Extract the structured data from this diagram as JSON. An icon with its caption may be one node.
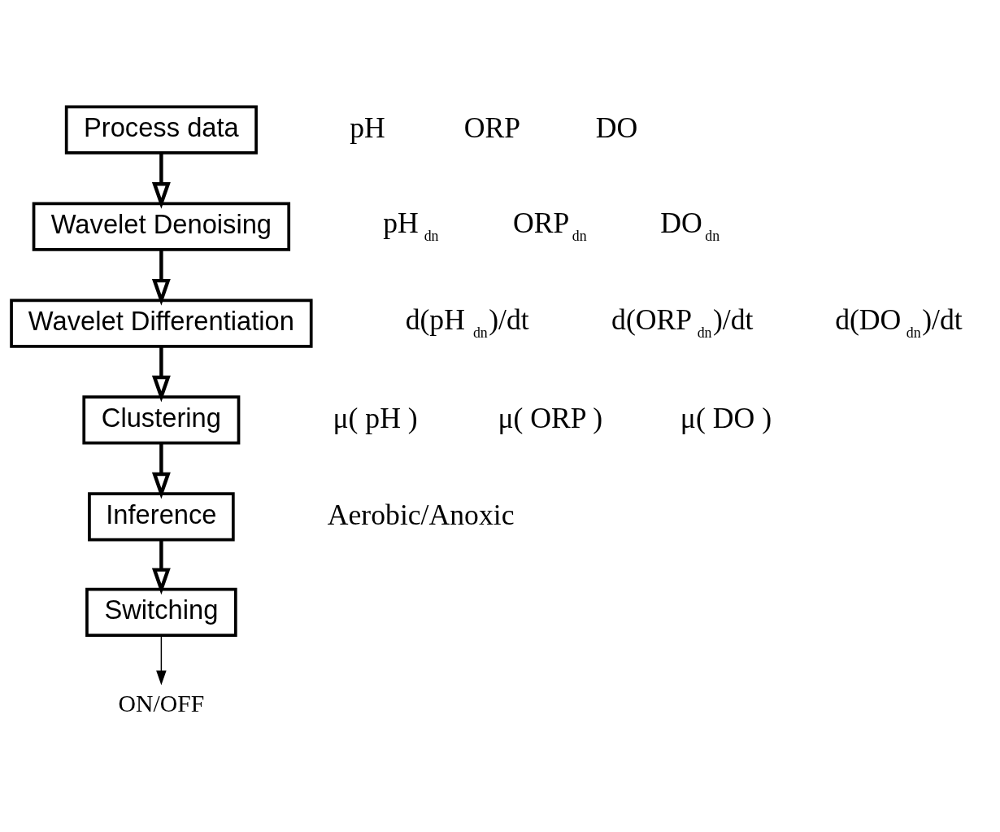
{
  "diagram": {
    "nodes": [
      {
        "text": [
          "Process data"
        ]
      },
      {
        "text": [
          "Wavelet Denoising"
        ]
      },
      {
        "text": [
          "Wavelet Differentiation"
        ]
      },
      {
        "text": [
          "Clustering"
        ]
      },
      {
        "text": [
          "Inference"
        ]
      },
      {
        "text": [
          "Switching"
        ]
      },
      {
        "text": [
          "ON/OFF"
        ]
      }
    ],
    "edges": [
      {
        "from": 0,
        "to": 1,
        "arrow": "to"
      },
      {
        "from": 1,
        "to": 2,
        "arrow": "to"
      },
      {
        "from": 2,
        "to": 3,
        "arrow": "to"
      },
      {
        "from": 3,
        "to": 4,
        "arrow": "to"
      },
      {
        "from": 4,
        "to": 5,
        "arrow": "to"
      },
      {
        "from": 5,
        "to": 6,
        "arrow": "to"
      }
    ],
    "labels": [
      "pH",
      "ORP",
      "DO",
      "pH$_{dn}$",
      "ORP$_{dn}$",
      "DO$_{dn}$",
      "d(pH$_{dn}$)/dt",
      "d(ORP$_{dn}$)/dt",
      "d(DO$_{dn}$)/dt",
      "μ( pH )",
      "μ( ORP )",
      "μ( DO )",
      "Aerobic/Anoxic"
    ]
  }
}
